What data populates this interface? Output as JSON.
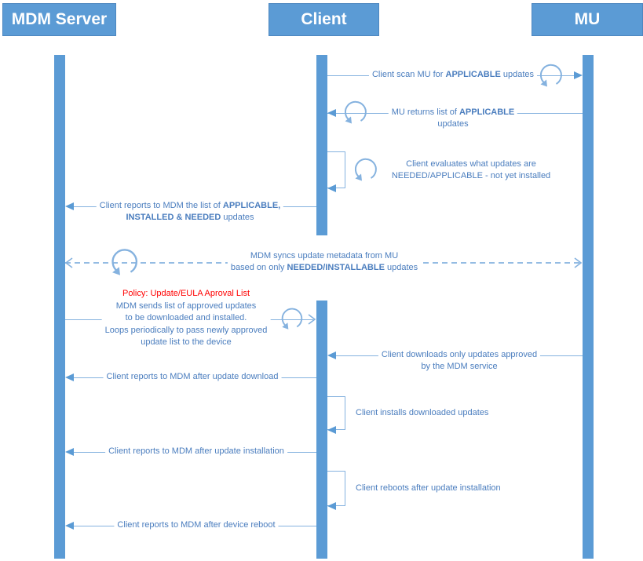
{
  "colors": {
    "actor_fill": "#5B9BD5",
    "actor_border": "#4D87C0",
    "bar_fill": "#5B9BD5",
    "line": "#85B2DF",
    "arrow_fill": "#5B9BD5",
    "text": "#4A7DBE",
    "policy": "#FF0000",
    "bg": "#FFFFFF"
  },
  "actors": [
    {
      "label": "MDM Server"
    },
    {
      "label": "Client"
    },
    {
      "label": "MU"
    }
  ],
  "messages": [
    {
      "name": "scan-mu",
      "from": "Client",
      "to": "MU",
      "style": "solid",
      "loop_icon": true,
      "lines": [
        {
          "a": "Client scan MU for ",
          "b": "APPLICABLE",
          "c": " updates"
        }
      ]
    },
    {
      "name": "mu-returns-applicable",
      "from": "MU",
      "to": "Client",
      "style": "solid",
      "loop_icon": true,
      "lines": [
        {
          "a": "MU returns list of ",
          "b": "APPLICABLE"
        },
        {
          "a": "updates"
        }
      ]
    },
    {
      "name": "client-evaluates",
      "from": "Client",
      "to": "Client",
      "style": "self",
      "loop_icon": true,
      "lines": [
        {
          "a": "Client evaluates what updates are"
        },
        {
          "a": "NEEDED/APPLICABLE - not yet installed"
        }
      ]
    },
    {
      "name": "client-reports-list",
      "from": "Client",
      "to": "MDM Server",
      "style": "solid",
      "lines": [
        {
          "a": "Client reports to MDM the list of ",
          "b": "APPLICABLE,"
        },
        {
          "b": "INSTALLED & NEEDED",
          "c": " updates"
        }
      ]
    },
    {
      "name": "mdm-syncs-metadata",
      "from": "MDM Server",
      "to": "MU",
      "style": "dashed-bidirectional",
      "loop_icon": true,
      "lines": [
        {
          "a": "MDM syncs update metadata from MU"
        },
        {
          "a": "based on only ",
          "b": "NEEDED/INSTALLABLE",
          "c": " updates"
        }
      ]
    },
    {
      "name": "mdm-sends-approved",
      "from": "MDM Server",
      "to": "Client",
      "style": "solid-open-arrow",
      "loop_icon": true,
      "policy": "Policy: Update/EULA Aproval List",
      "lines": [
        {
          "a": "MDM sends list of approved updates"
        },
        {
          "a": "to be downloaded and installed."
        },
        {
          "a": "Loops periodically to pass newly approved"
        },
        {
          "a": "update list to the device"
        }
      ]
    },
    {
      "name": "client-downloads",
      "from": "MU",
      "to": "Client",
      "style": "solid",
      "lines": [
        {
          "a": "Client downloads only updates approved"
        },
        {
          "a": "by the MDM service"
        }
      ]
    },
    {
      "name": "report-after-download",
      "from": "Client",
      "to": "MDM Server",
      "style": "solid",
      "lines": [
        {
          "a": "Client reports to MDM after update download"
        }
      ]
    },
    {
      "name": "client-installs",
      "from": "Client",
      "to": "Client",
      "style": "self",
      "lines": [
        {
          "a": "Client installs downloaded updates"
        }
      ]
    },
    {
      "name": "report-after-install",
      "from": "Client",
      "to": "MDM Server",
      "style": "solid",
      "lines": [
        {
          "a": "Client reports to MDM after update installation"
        }
      ]
    },
    {
      "name": "client-reboots",
      "from": "Client",
      "to": "Client",
      "style": "self",
      "lines": [
        {
          "a": "Client reboots after update installation"
        }
      ]
    },
    {
      "name": "report-after-reboot",
      "from": "Client",
      "to": "MDM Server",
      "style": "solid",
      "lines": [
        {
          "a": "Client reports to MDM after device reboot"
        }
      ]
    }
  ]
}
